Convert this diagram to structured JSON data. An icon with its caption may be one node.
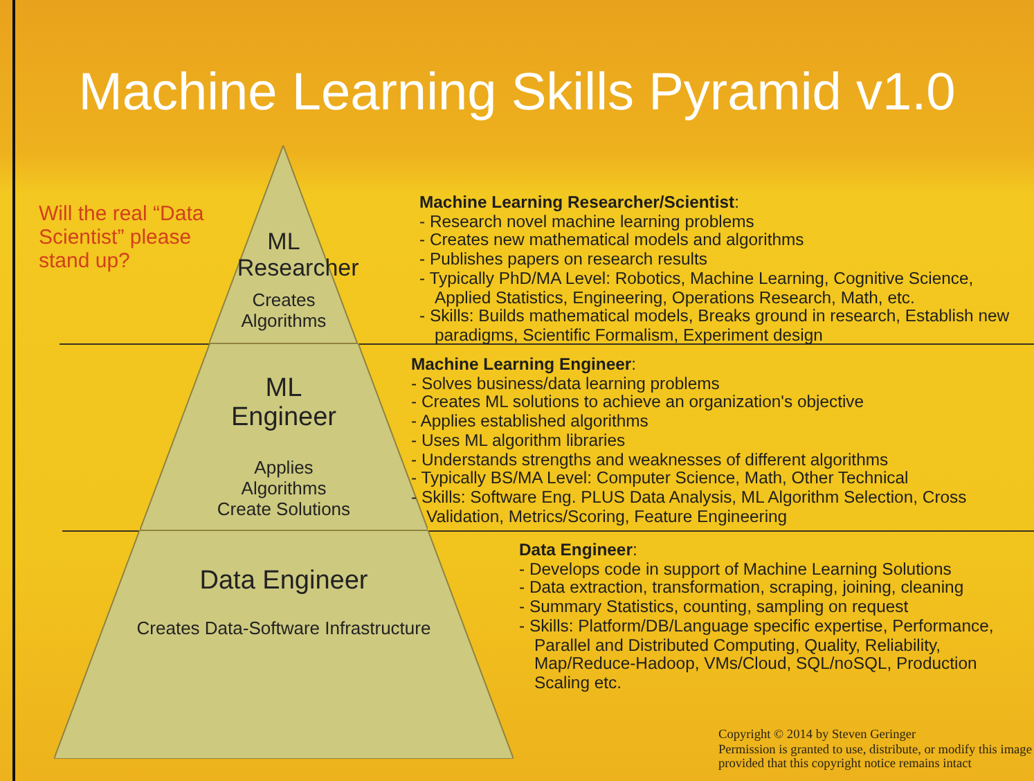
{
  "diagram": {
    "title": "Machine Learning Skills Pyramid v1.0",
    "nodes": [
      {
        "text": [
          "ML Researcher",
          "Creates Algorithms"
        ]
      },
      {
        "text": [
          "ML Engineer",
          "Applies Algorithms Create Solutions"
        ]
      },
      {
        "text": [
          "Data Engineer",
          "Creates Data-Software Infrastructure"
        ]
      }
    ],
    "edges": [],
    "labels": [
      "Will the real “Data Scientist” please stand up?",
      "**Machine Learning Researcher/Scientist**:",
      "- Research novel machine learning problems",
      "- Creates new mathematical models and algorithms",
      "- Publishes papers on research results",
      "- Typically PhD/MA Level: Robotics, Machine Learning, Cognitive Science, Applied Statistics, Engineering, Operations Research, Math, etc.",
      "- Skills: Builds mathematical models, Breaks ground in research, Establish new paradigms, Scientific Formalism, Experiment design",
      "**Machine Learning Engineer**:",
      "- Solves business/data learning problems",
      "- Creates ML solutions to achieve an organization's objective",
      "- Applies established algorithms",
      "- Uses ML algorithm libraries",
      "- Understands strengths and weaknesses of different algorithms",
      "- Typically BS/MA Level: Computer Science, Math, Other Technical",
      "- Skills: Software Eng. PLUS Data Analysis, ML Algorithm Selection, Cross Validation, Metrics/Scoring, Feature Engineering",
      "**Data Engineer**:",
      "- Develops code in support of Machine Learning Solutions",
      "- Data extraction, transformation, scraping, joining, cleaning",
      "- Summary Statistics, counting, sampling on request",
      "- Skills: Platform/DB/Language specific expertise, Performance, Parallel and Distributed Computing, Quality, Reliability, Map/Reduce-Hadoop, VMs/Cloud, SQL/noSQL, Production Scaling etc.",
      "Copyright © 2014 by Steven Geringer",
      "Permission is granted to use, distribute, or modify this image provided that this copyright notice remains intact"
    ]
  }
}
